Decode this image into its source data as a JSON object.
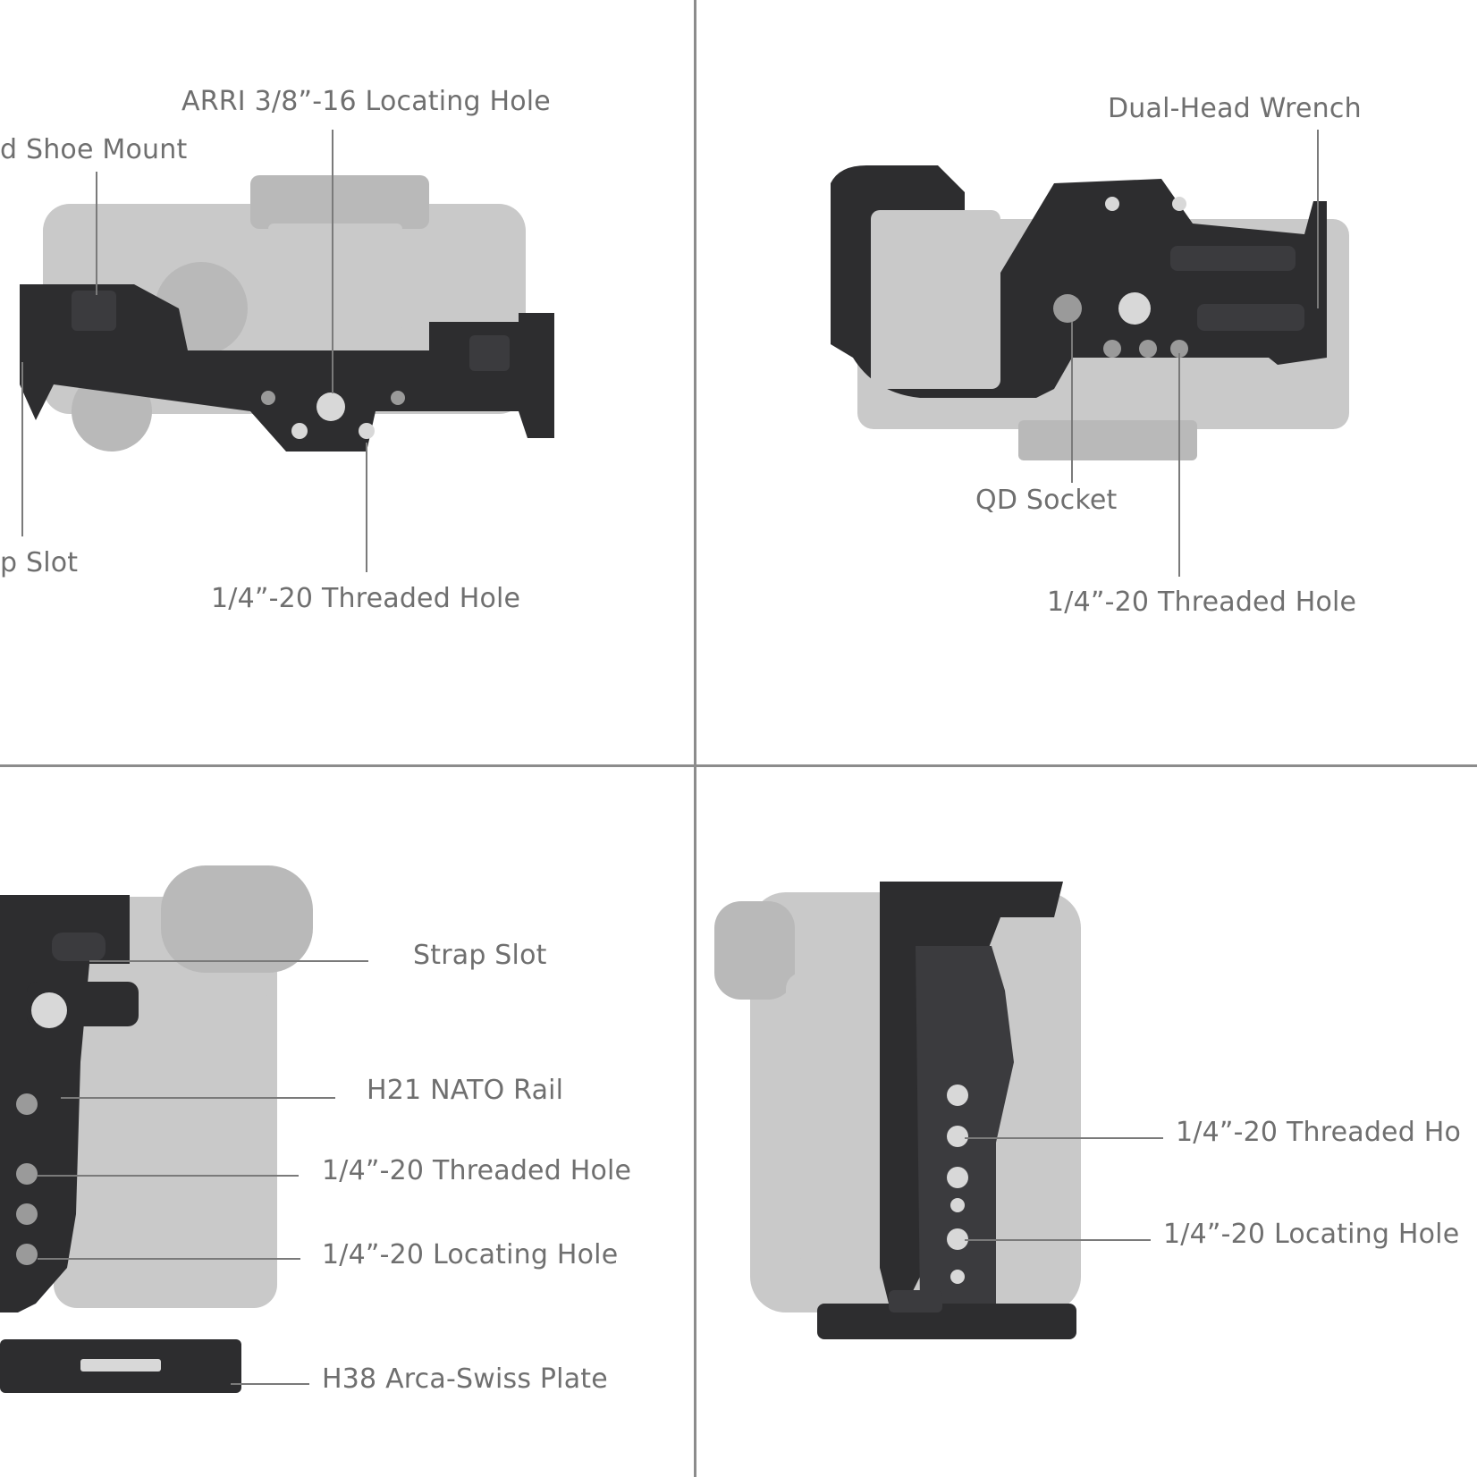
{
  "panels": {
    "top_left": {
      "labels": {
        "arri_locating_hole": "ARRI 3/8”-16 Locating Hole",
        "cold_shoe_mount": "d Shoe Mount",
        "strap_slot": "p Slot",
        "threaded_hole": "1/4”-20 Threaded Hole"
      }
    },
    "top_right": {
      "labels": {
        "dual_head_wrench": "Dual-Head Wrench",
        "qd_socket": "QD Socket",
        "threaded_hole": "1/4”-20 Threaded Hole"
      }
    },
    "bottom_left": {
      "labels": {
        "strap_slot": "Strap Slot",
        "nato_rail": "H21 NATO Rail",
        "threaded_hole": "1/4”-20 Threaded Hole",
        "locating_hole": "1/4”-20 Locating Hole",
        "arca_swiss_plate": "H38 Arca-Swiss Plate"
      }
    },
    "bottom_right": {
      "labels": {
        "threaded_hole": "1/4”-20 Threaded Ho",
        "locating_hole": "1/4”-20 Locating Hole"
      }
    }
  }
}
